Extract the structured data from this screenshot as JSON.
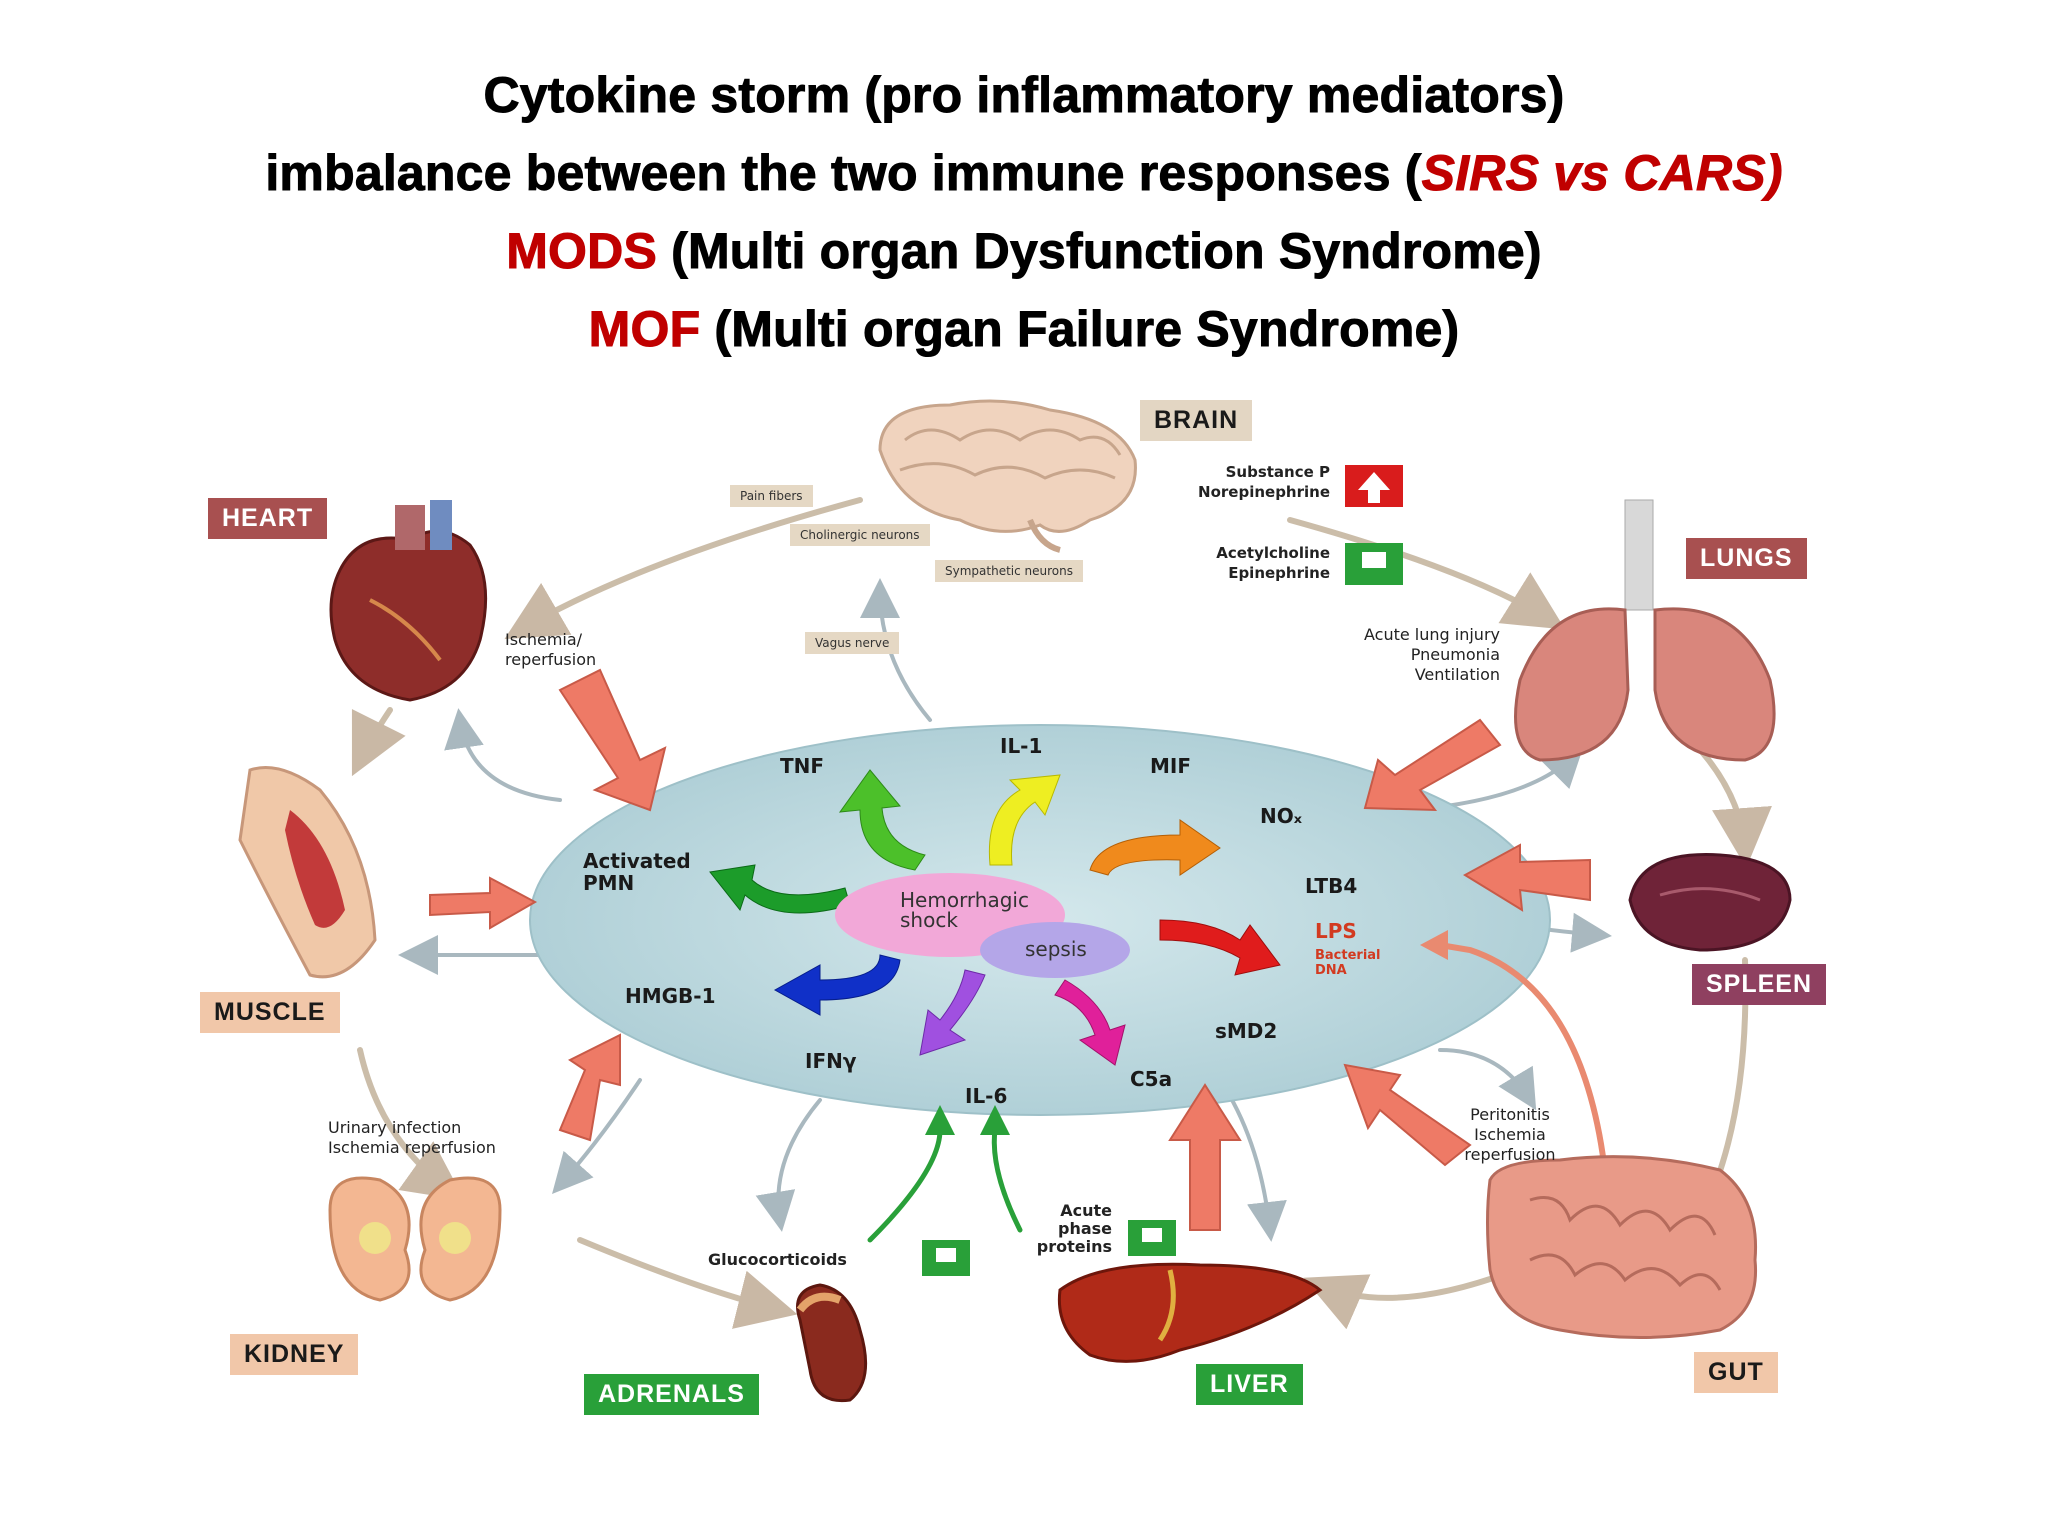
{
  "header": {
    "line1": "Cytokine storm (pro inflammatory mediators)",
    "line2_black": "imbalance between the two immune responses  (",
    "line2_red": "SIRS vs CARS)",
    "line3_red": "MODS",
    "line3_black": " (Multi organ Dysfunction Syndrome)",
    "line4_red": "MOF",
    "line4_black": " (Multi organ Failure  Syndrome)"
  },
  "organs": {
    "brain": "BRAIN",
    "heart": "HEART",
    "lungs": "LUNGS",
    "muscle": "MUSCLE",
    "spleen": "SPLEEN",
    "kidney": "KIDNEY",
    "adrenals": "ADRENALS",
    "liver": "LIVER",
    "gut": "GUT"
  },
  "brain_mediators": {
    "up": "Substance P\nNorepinephrine",
    "down": "Acetylcholine\nEpinephrine"
  },
  "nerves": {
    "pain": "Pain fibers",
    "cholinergic": "Cholinergic neurons",
    "sympathetic": "Sympathetic neurons",
    "vagus": "Vagus nerve"
  },
  "annotations": {
    "heart": "Ischemia/\nreperfusion",
    "lungs": "Acute lung injury\nPneumonia\nVentilation",
    "kidney": "Urinary infection\nIschemia reperfusion",
    "gut": "Peritonitis\nIschemia\nreperfusion",
    "glucocorticoids": "Glucocorticoids",
    "acute_phase": "Acute\nphase\nproteins"
  },
  "mediators": {
    "tnf": "TNF",
    "il1": "IL-1",
    "mif": "MIF",
    "nox": "NOₓ",
    "ltb4": "LTB4",
    "lps": "LPS",
    "bacterial": "Bacterial\nDNA",
    "smd2": "sMD2",
    "c5a": "C5a",
    "il6": "IL-6",
    "ifn": "IFNγ",
    "hmgb1": "HMGB-1",
    "pmn": "Activated\nPMN"
  },
  "center": {
    "shock": "Hemorrhagic\nshock",
    "sepsis": "sepsis"
  },
  "colors": {
    "red": "#c00000",
    "ellipse": "#b9d6dc",
    "salmon_arrow": "#ee7a66"
  }
}
